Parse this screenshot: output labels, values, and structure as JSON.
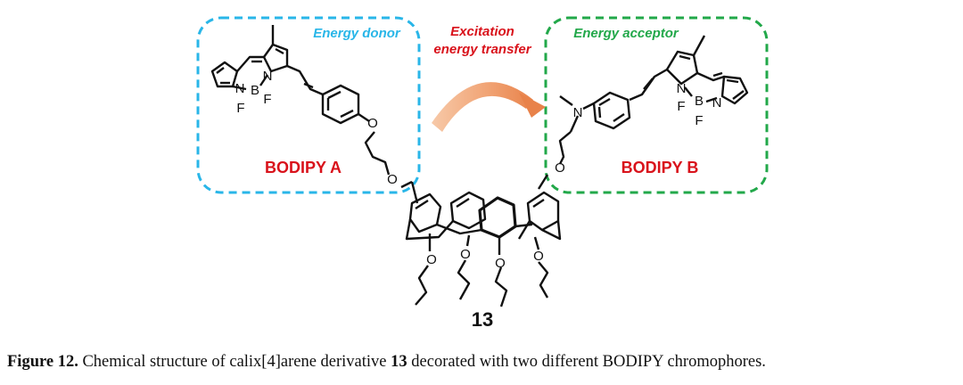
{
  "figure": {
    "donor_label": "Energy donor",
    "acceptor_label": "Energy acceptor",
    "transfer_line1": "Excitation",
    "transfer_line2": "energy transfer",
    "bodipy_a": "BODIPY A",
    "bodipy_b": "BODIPY B",
    "compound_number": "13",
    "atoms": {
      "N": "N",
      "B": "B",
      "F": "F",
      "O": "O"
    },
    "colors": {
      "donor": "#29b6e8",
      "acceptor": "#22a84a",
      "title_red": "#d9121b",
      "arrow": "#f0a070",
      "bond": "#111111"
    }
  },
  "caption": {
    "label": "Figure 12.",
    "text_before": "Chemical structure of calix[4]arene derivative",
    "compound": "13",
    "text_after": "decorated with two different BODIPY chromophores."
  }
}
